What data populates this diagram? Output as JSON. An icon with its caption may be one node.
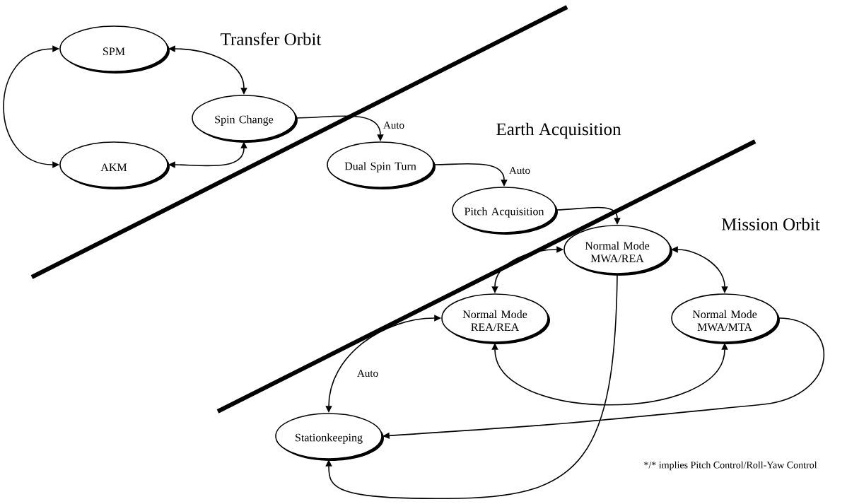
{
  "diagram": {
    "nodes": [
      {
        "text": [
          "SPM"
        ]
      },
      {
        "text": [
          "Spin Change"
        ]
      },
      {
        "text": [
          "AKM"
        ]
      },
      {
        "text": [
          "Dual Spin Turn"
        ]
      },
      {
        "text": [
          "Pitch Acquisition"
        ]
      },
      {
        "text": [
          "Normal Mode MWA/REA"
        ]
      },
      {
        "text": [
          "Normal Mode REA/REA"
        ]
      },
      {
        "text": [
          "Normal Mode MWA/MTA"
        ]
      },
      {
        "text": [
          "Stationkeeping"
        ]
      }
    ],
    "edges": [
      {
        "from": 0,
        "to": 2,
        "arrow": "both"
      },
      {
        "from": 0,
        "to": 1,
        "arrow": "both"
      },
      {
        "from": 2,
        "to": 1,
        "arrow": "both"
      },
      {
        "from": 1,
        "to": 3,
        "arrow": "to",
        "label": "Auto"
      },
      {
        "from": 3,
        "to": 4,
        "arrow": "to",
        "label": "Auto"
      },
      {
        "from": 4,
        "to": 5,
        "arrow": "to"
      },
      {
        "from": 5,
        "to": 6,
        "arrow": "both"
      },
      {
        "from": 5,
        "to": 7,
        "arrow": "both"
      },
      {
        "from": 6,
        "to": 7,
        "arrow": "both"
      },
      {
        "from": 6,
        "to": 8,
        "arrow": "both",
        "label": "Auto"
      },
      {
        "from": 7,
        "to": 8,
        "arrow": "to"
      },
      {
        "from": 5,
        "to": 8,
        "arrow": "to"
      }
    ],
    "labels": [
      "Transfer Orbit",
      "Earth Acquisition",
      "Mission Orbit",
      "*/* implies Pitch Control/Roll-Yaw Control"
    ]
  }
}
